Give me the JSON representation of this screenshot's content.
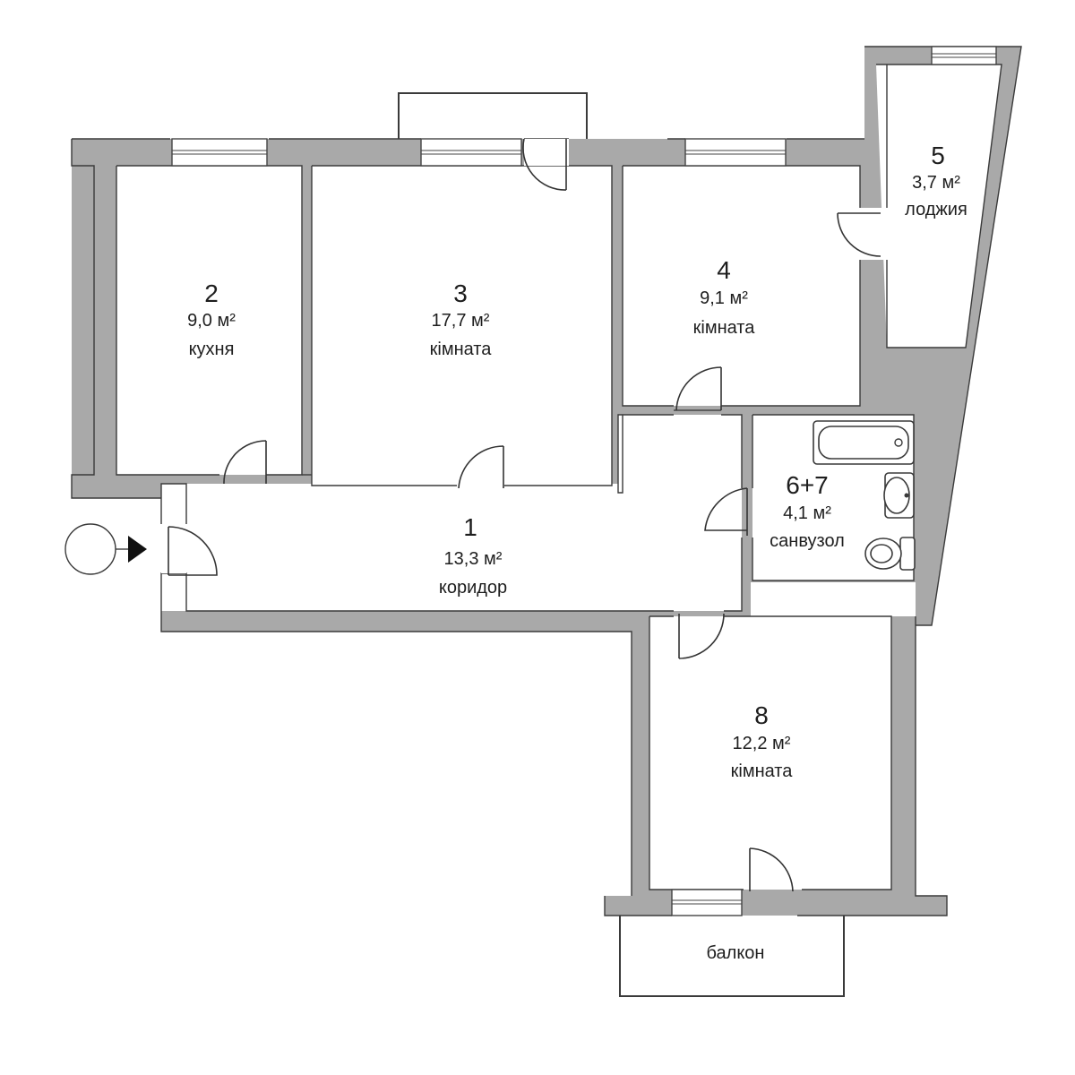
{
  "rooms": [
    {
      "id": "r2",
      "number": "2",
      "area": "9,0 м²",
      "name": "кухня"
    },
    {
      "id": "r3",
      "number": "3",
      "area": "17,7 м²",
      "name": "кімната"
    },
    {
      "id": "r4",
      "number": "4",
      "area": "9,1 м²",
      "name": "кімната"
    },
    {
      "id": "r5",
      "number": "5",
      "area": "3,7 м²",
      "name": "лоджия"
    },
    {
      "id": "r1",
      "number": "1",
      "area": "13,3 м²",
      "name": "коридор"
    },
    {
      "id": "r67",
      "number": "6+7",
      "area": "4,1 м²",
      "name": "санвузол"
    },
    {
      "id": "r8",
      "number": "8",
      "area": "12,2 м²",
      "name": "кімната"
    }
  ],
  "balcony_label": "балкон",
  "colors": {
    "wall": "#a9a9a9",
    "line": "#3a3a3a",
    "background": "#ffffff"
  },
  "icons": [
    "entrance-arrow-icon",
    "bathtub-icon",
    "sink-icon",
    "toilet-icon"
  ]
}
